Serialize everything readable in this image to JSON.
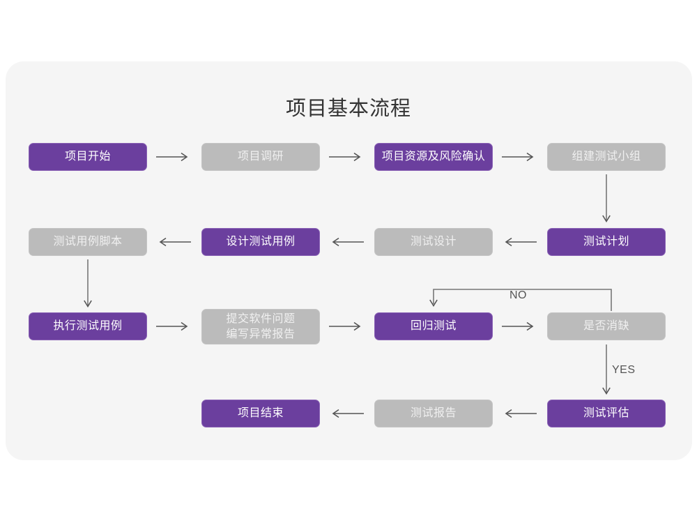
{
  "page": {
    "title": "项目基本流程",
    "background": "#ffffff",
    "card_background": "#f5f5f5"
  },
  "theme": {
    "purple": "#6b3f9e",
    "purple_border": "#8a62b5",
    "gray": "#bbbbbb",
    "gray_border": "#c4c4c4",
    "node_text_light": "#ffffff",
    "node_text_muted": "#f0f0f0",
    "arrow": "#555555",
    "title_color": "#333333"
  },
  "flow": {
    "rows": [
      {
        "id": "row-1",
        "nodes": [
          {
            "id": "n1",
            "label": "项目开始",
            "style": "purple"
          },
          {
            "id": "n2",
            "label": "项目调研",
            "style": "gray"
          },
          {
            "id": "n3",
            "label": "项目资源及风险确认",
            "style": "purple"
          },
          {
            "id": "n4",
            "label": "组建测试小组",
            "style": "gray"
          }
        ]
      },
      {
        "id": "row-2",
        "nodes": [
          {
            "id": "n5",
            "label": "测试用例脚本",
            "style": "gray"
          },
          {
            "id": "n6",
            "label": "设计测试用例",
            "style": "purple"
          },
          {
            "id": "n7",
            "label": "测试设计",
            "style": "gray"
          },
          {
            "id": "n8",
            "label": "测试计划",
            "style": "purple"
          }
        ]
      },
      {
        "id": "row-3",
        "nodes": [
          {
            "id": "n9",
            "label": "执行测试用例",
            "style": "purple"
          },
          {
            "id": "n10",
            "label": "提交软件问题\n编写异常报告",
            "style": "gray"
          },
          {
            "id": "n11",
            "label": "回归测试",
            "style": "purple"
          },
          {
            "id": "n12",
            "label": "是否消缺",
            "style": "gray"
          }
        ]
      },
      {
        "id": "row-4",
        "nodes": [
          {
            "id": "n13",
            "label": "项目结束",
            "style": "purple"
          },
          {
            "id": "n14",
            "label": "测试报告",
            "style": "gray"
          },
          {
            "id": "n15",
            "label": "测试评估",
            "style": "purple"
          }
        ]
      }
    ],
    "edge_labels": {
      "no": "NO",
      "yes": "YES"
    }
  }
}
